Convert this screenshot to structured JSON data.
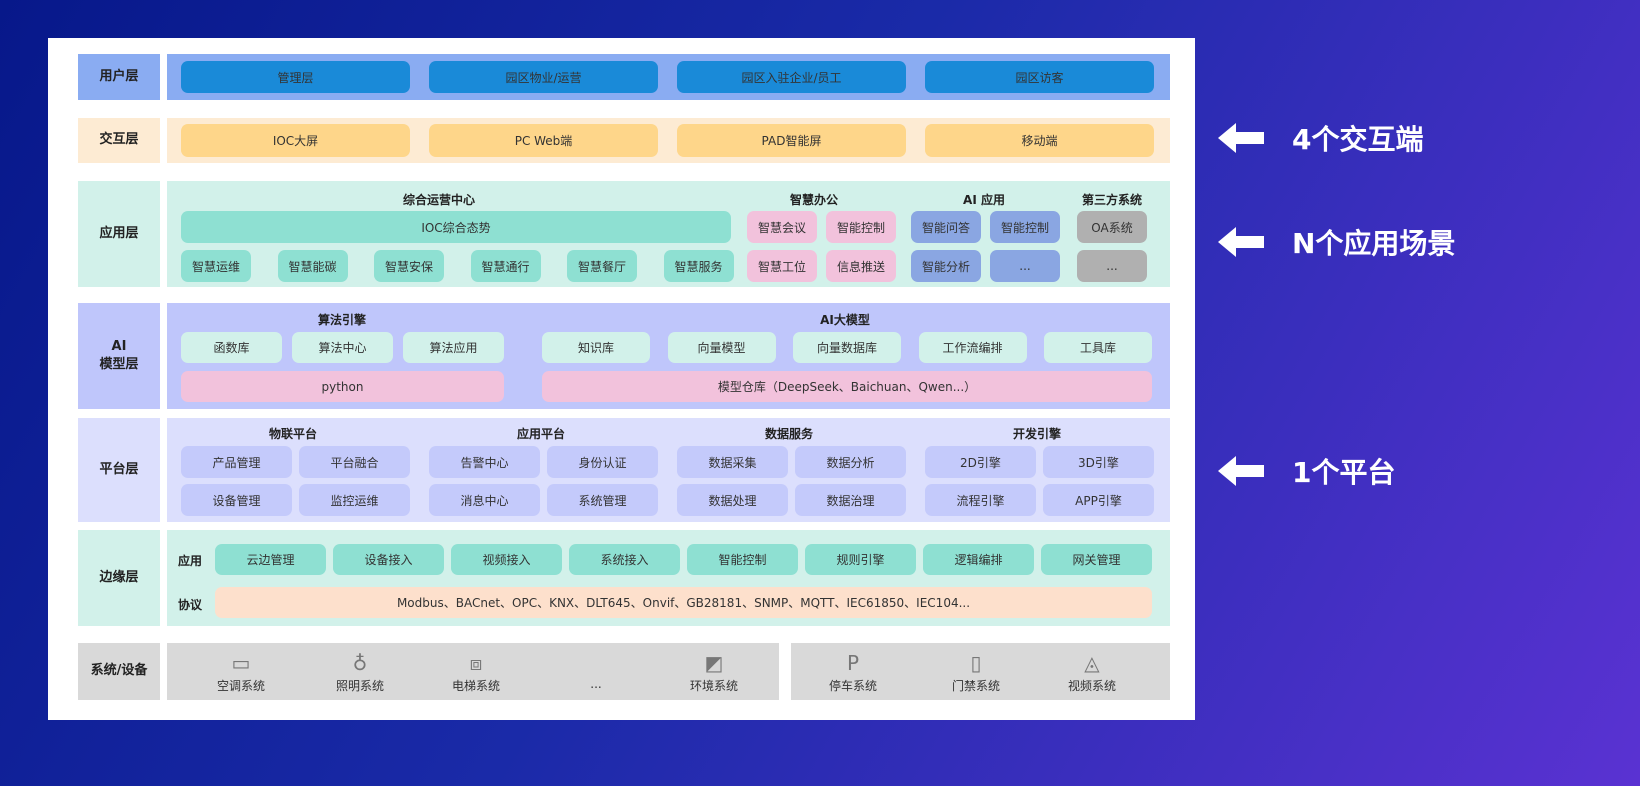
{
  "layers": {
    "user": {
      "label": "用户层",
      "items": [
        "管理层",
        "园区物业/运营",
        "园区入驻企业/员工",
        "园区访客"
      ]
    },
    "interaction": {
      "label": "交互层",
      "items": [
        "IOC大屏",
        "PC Web端",
        "PAD智能屏",
        "移动端"
      ]
    },
    "application": {
      "label": "应用层",
      "ops": {
        "title": "综合运营中心",
        "main": "IOC综合态势",
        "items": [
          "智慧运维",
          "智慧能碳",
          "智慧安保",
          "智慧通行",
          "智慧餐厅",
          "智慧服务"
        ]
      },
      "office": {
        "title": "智慧办公",
        "items": [
          "智慧会议",
          "智能控制",
          "智慧工位",
          "信息推送"
        ]
      },
      "ai": {
        "title": "AI 应用",
        "items": [
          "智能问答",
          "智能控制",
          "智能分析",
          "..."
        ]
      },
      "third": {
        "title": "第三方系统",
        "items": [
          "OA系统",
          "..."
        ]
      }
    },
    "ai_model": {
      "label": "AI\n模型层",
      "algo": {
        "title": "算法引擎",
        "items": [
          "函数库",
          "算法中心",
          "算法应用"
        ],
        "base": "python"
      },
      "llm": {
        "title": "AI大模型",
        "items": [
          "知识库",
          "向量模型",
          "向量数据库",
          "工作流编排",
          "工具库"
        ],
        "base": "模型仓库（DeepSeek、Baichuan、Qwen...）"
      }
    },
    "platform": {
      "label": "平台层",
      "groups": [
        {
          "title": "物联平台",
          "items": [
            "产品管理",
            "平台融合",
            "设备管理",
            "监控运维"
          ]
        },
        {
          "title": "应用平台",
          "items": [
            "告警中心",
            "身份认证",
            "消息中心",
            "系统管理"
          ]
        },
        {
          "title": "数据服务",
          "items": [
            "数据采集",
            "数据分析",
            "数据处理",
            "数据治理"
          ]
        },
        {
          "title": "开发引擎",
          "items": [
            "2D引擎",
            "3D引擎",
            "流程引擎",
            "APP引擎"
          ]
        }
      ]
    },
    "edge": {
      "label": "边缘层",
      "app_label": "应用",
      "items": [
        "云边管理",
        "设备接入",
        "视频接入",
        "系统接入",
        "智能控制",
        "规则引擎",
        "逻辑编排",
        "网关管理"
      ],
      "protocol_label": "协议",
      "protocols": "Modbus、BACnet、OPC、KNX、DLT645、Onvif、GB28181、SNMP、MQTT、IEC61850、IEC104..."
    },
    "devices": {
      "label": "系统/设备",
      "left": [
        {
          "name": "空调系统",
          "icon": "air-conditioner-icon"
        },
        {
          "name": "照明系统",
          "icon": "bulb-icon"
        },
        {
          "name": "电梯系统",
          "icon": "elevator-icon"
        },
        {
          "name": "...",
          "icon": ""
        },
        {
          "name": "环境系统",
          "icon": "environment-icon"
        }
      ],
      "right": [
        {
          "name": "停车系统",
          "icon": "parking-icon"
        },
        {
          "name": "门禁系统",
          "icon": "door-icon"
        },
        {
          "name": "视频系统",
          "icon": "camera-icon"
        }
      ]
    }
  },
  "side": [
    "4个交互端",
    "N个应用场景",
    "1个平台"
  ]
}
